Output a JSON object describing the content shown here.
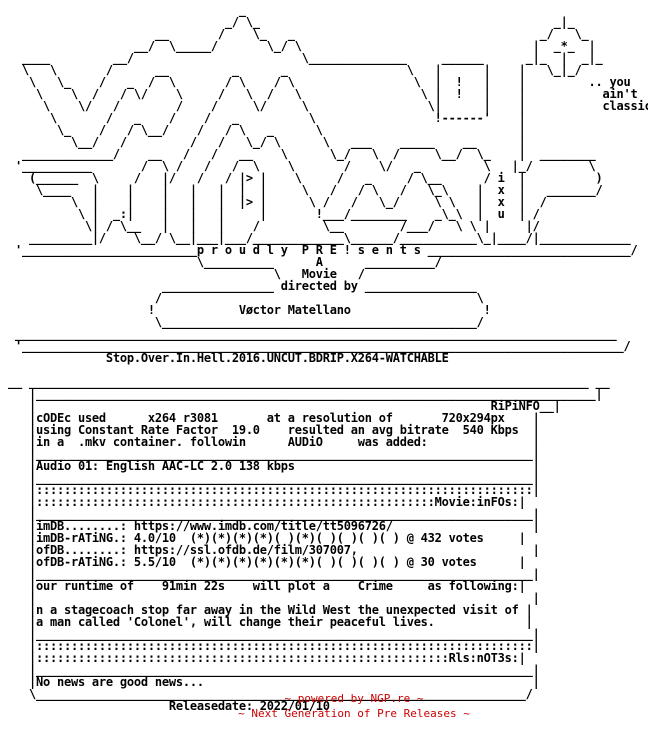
{
  "nfo_text": "                                 _\n                               _/ \\_                                          _|_\n                     __       /    \\_   _                                   _/   \\_\n                  __/  \\_____/       \\_/ \\                                 |  _*_  |\n  ____         __/                        \\______________     ______      _|_  |  _|_\n  \\   \\       /      __         _      _                 \\   |      |    |   \\_|_/\n   \\   \\_    /   _  /  \\       / \\    / \\                 \\  |  !   |    |         .. you\n    \\    \\  /   / \\/    \\     /   \\  /   \\                 \\ |  !   |    |           ain't\n     \\    \\/   /        /    /     \\/     \\                 \\|      |    |           classic!\n      \\       /   _    /    /   _          \\                 !------'    |\n       \\_    /   / \\__/    /   / \\   _      \\                            |\n         \\__/   /         /   /   \\_/ \\      \\   ___    _____    __      |\n  _____________/    __   /   /   __    \\      \\_/   \\  /     \\__/  \\_    |  ________\n '__________       /  \\ /   /   /  \\    \\       /    \\/   _         \\   |_/        \\\n   (______  \\     /   |/   /   / |> |    \\     /   _     / \\__      / i  |          )\n    \\____   |    |    |   |   |  |  |     \\   /   / \\   /   \\_\\    |  x  |   _______/\n         \\  |    |    |   |   |  |> |      \\ /   /   \\_/     \\ \\   |  x  |  /\n          \\ |  _:|    |   |   |     |       !___/________    _\\_\\  |  u  | /\n           \\| / \\__   |   |   |    /         \\__        /___/   \\ \\ |     |/\n   _________|/    \\__/ \\__|___|___/_____________\\______/___________\\_|____/|_____________\n '_________________________p r o u d l y  P R E ! s e n t s _____________________________/\n                           \\__________      A      __________/\n                                      \\   Movie   /\n                      ________________ directed by ________________\n                     /                                             \\\n                    !            Vøctor Matellano                   !\n                     \\_____________________________________________/\n ______________________________________________________________________________________\n '______________________________________________________________________________________/\n              Stop.Over.In.Hell.2016.UNCUT.BDRIP.X264-WATCHABLE\n\n__ ________________________________________________________________________________ __\n   |________________________________________________________________________________|\n   |                                                                 RiPiNFO__|\n   |cODEc used      x264 r3081       at a resolution of       720x294px    |\n   |using Constant Rate Factor  19.0    resulted an avg bitrate  540 Kbps  |\n   |in a  .mkv container. followin      AUDiO     was added:               |\n   |_______________________________________________________________________|\n   |Audio 01: English AAC-LC 2.0 138 kbps                                  |\n   |_______________________________________________________________________|\n   |:::::::::::::::::::::::::::::::::::::::::::::::::::::::::::::::::::::::|\n   |:::::::::::::::::::::::::::::::::::::::::::::::::::::::::Movie:inFOs:|\n   |_______________________________________________________________________|\n   |imDB........: https://www.imdb.com/title/tt5096726/                    |\n   |imDB-rATiNG.: 4.0/10  (*)(*)(*)(*)( )(*)( )( )( )( ) @ 432 votes     |\n   |ofDB........: https://ssl.ofdb.de/film/307007,                         |\n   |ofDB-rATiNG.: 5.5/10  (*)(*)(*)(*)(*)(*)( )( )( )( ) @ 30 votes      |\n   |_______________________________________________________________________|\n   |our runtime of    91min 22s    will plot a    Crime     as following:|\n   |                                                                       |\n   |n a stagecoach stop far away in the Wild West the unexpected visit of |\n   |a man called 'Colonel', will change their peaceful lives.             |\n   |_______________________________________________________________________|\n   |:::::::::::::::::::::::::::::::::::::::::::::::::::::::::::::::::::::::|\n   |:::::::::::::::::::::::::::::::::::::::::::::::::::::::::::Rls:nOT3s:|\n   |_______________________________________________________________________|\n   |No news are good news...                                               |\n   \\______________________________________________________________________/\n                       Releasedate: 2022/01/10",
  "footer": {
    "line1": "~ powered by NGP.re ~",
    "line2": "~ Next Generation of Pre Releases ~"
  },
  "colors": {
    "text": "#000000",
    "footer": "#cc0000",
    "background": "#ffffff"
  }
}
